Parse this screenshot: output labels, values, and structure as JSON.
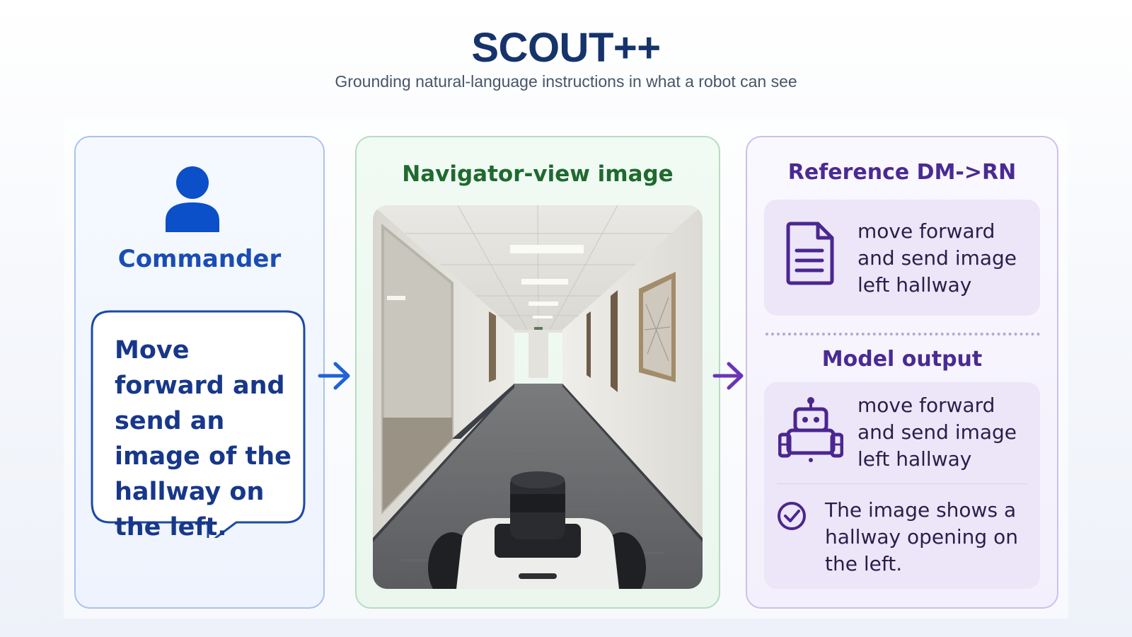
{
  "header": {
    "title": "SCOUT++",
    "subtitle": "Grounding natural-language instructions in what a robot can see"
  },
  "commander": {
    "label": "Commander",
    "instruction": "Move forward and send an image of the hallway on the left.",
    "icon": "person-icon"
  },
  "navigator": {
    "title": "Navigator-view image",
    "image_description_icon": "hallway-photo"
  },
  "reference": {
    "title": "Reference DM->RN",
    "text": "move forward and send image left hallway",
    "icon": "document-icon"
  },
  "model": {
    "title": "Model output",
    "text": "move forward and send image left hallway",
    "icon": "robot-icon",
    "response": "The image shows a hallway opening on the left.",
    "response_icon": "check-circle-icon"
  },
  "colors": {
    "commander_accent": "#1a4db3",
    "navigator_accent": "#1f6a2e",
    "reference_accent": "#4a2a93"
  }
}
